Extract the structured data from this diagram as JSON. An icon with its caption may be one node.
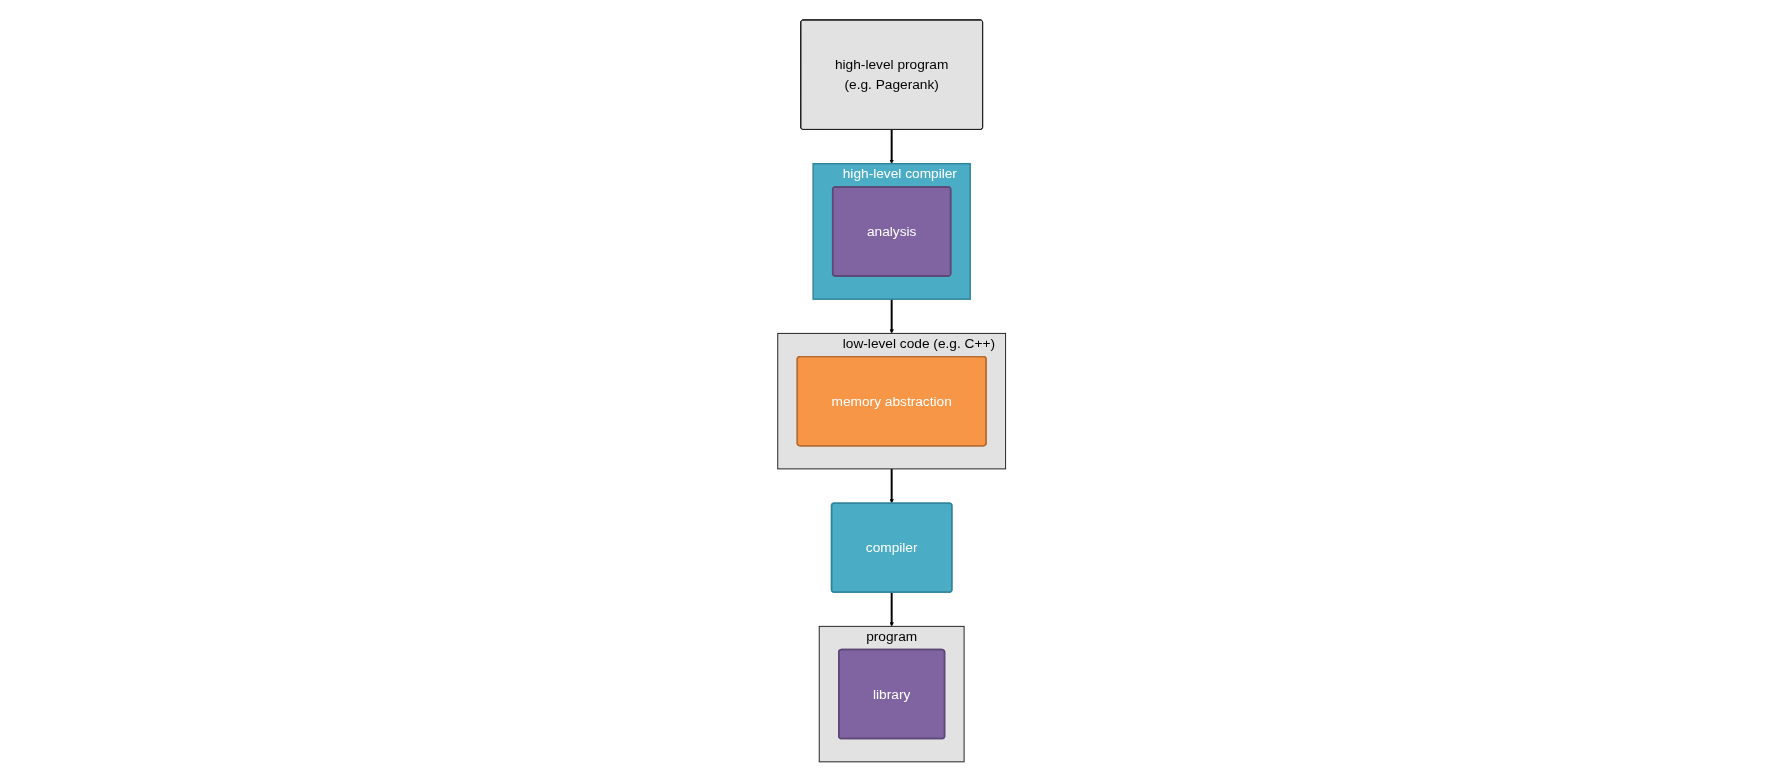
{
  "diagram": {
    "nodes": [
      {
        "text": [
          "high-level program",
          "(e.g. Pagerank)"
        ]
      },
      {
        "text": [
          "high-level compiler"
        ]
      },
      {
        "text": [
          "analysis"
        ],
        "in": 1
      },
      {
        "text": [
          "low-level code (e.g. C++)"
        ]
      },
      {
        "text": [
          "memory abstraction"
        ],
        "in": 3
      },
      {
        "text": [
          "compiler"
        ]
      },
      {
        "text": [
          "program"
        ]
      },
      {
        "text": [
          "library"
        ],
        "in": 6
      }
    ],
    "edges": [
      {
        "from": 0,
        "to": 1,
        "arrow": "to"
      },
      {
        "from": 1,
        "to": 3,
        "arrow": "to"
      },
      {
        "from": 3,
        "to": 5,
        "arrow": "to"
      },
      {
        "from": 5,
        "to": 6,
        "arrow": "to"
      }
    ]
  }
}
